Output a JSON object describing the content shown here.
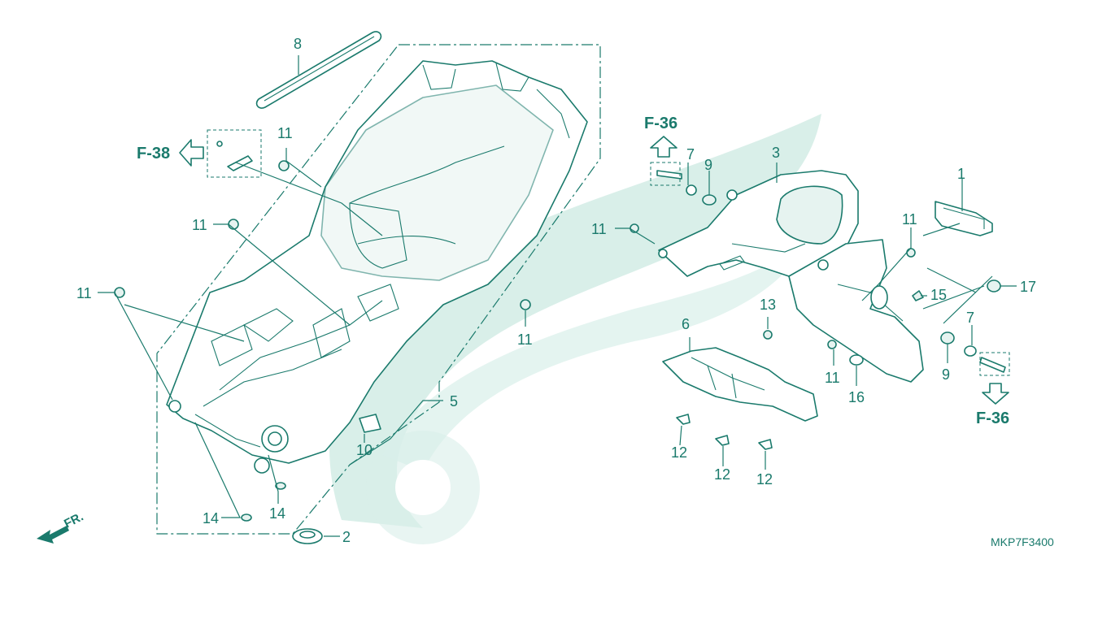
{
  "diagram_code": "MKP7F3400",
  "front_indicator": "FR.",
  "colors": {
    "line": "#1a7a6c",
    "watermark": "#d9efe9",
    "shade": "#e6f3f0",
    "background": "#ffffff"
  },
  "references": [
    {
      "id": "ref-f38",
      "text": "F-38",
      "arrow": "left"
    },
    {
      "id": "ref-f36-top",
      "text": "F-36",
      "arrow": "up"
    },
    {
      "id": "ref-f36-bottom",
      "text": "F-36",
      "arrow": "down"
    }
  ],
  "callouts": {
    "c1": "1",
    "c2": "2",
    "c3": "3",
    "c5": "5",
    "c6": "6",
    "c7a": "7",
    "c7b": "7",
    "c8": "8",
    "c9a": "9",
    "c9b": "9",
    "c10": "10",
    "c11a": "11",
    "c11b": "11",
    "c11c": "11",
    "c11d": "11",
    "c11e": "11",
    "c11f": "11",
    "c11g": "11",
    "c12a": "12",
    "c12b": "12",
    "c12c": "12",
    "c13": "13",
    "c14a": "14",
    "c14b": "14",
    "c15": "15",
    "c16": "16",
    "c17": "17"
  }
}
